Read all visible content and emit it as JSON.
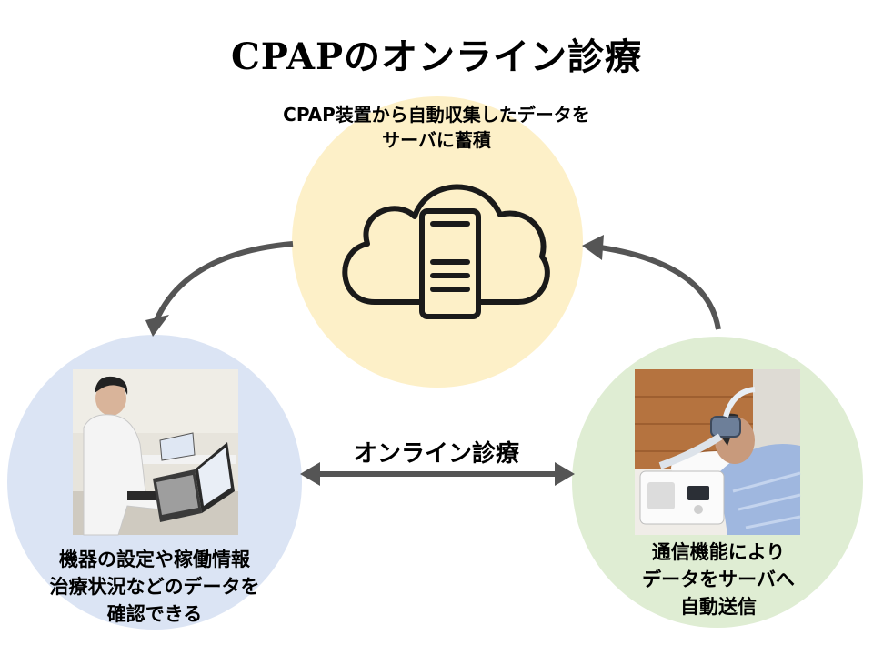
{
  "title": "CPAPのオンライン診療",
  "cloud": {
    "caption_lines": [
      "CPAP装置から自動収集したデータを",
      "サーバに蓄積"
    ],
    "icon": "cloud-server-icon",
    "fill": "#fdf0c8"
  },
  "clinic": {
    "caption_lines": [
      "機器の設定や稼働情報",
      "治療状況などのデータを",
      "確認できる"
    ],
    "photo": "doctor-at-laptop-photo",
    "fill": "#dbe4f4"
  },
  "patient": {
    "caption_lines": [
      "通信機能により",
      "データをサーバへ",
      "自動送信"
    ],
    "photo": "patient-with-cpap-mask-photo",
    "fill": "#dfedd3"
  },
  "link": {
    "label": "オンライン診療"
  },
  "colors": {
    "arrow": "#555555"
  }
}
